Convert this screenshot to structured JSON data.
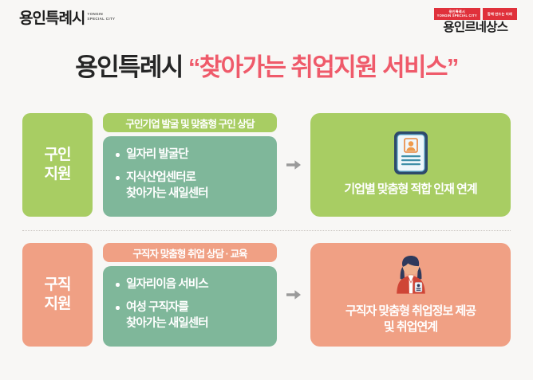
{
  "header": {
    "logo_left": {
      "name": "용인특례시",
      "sub_line1": "YONGIN",
      "sub_line2": "SPECIAL CITY"
    },
    "logo_right": {
      "badge_small": "용인특례시\nYONGIN SPECIAL CITY",
      "badge_wide": "함께 만드는 미래",
      "name": "용인르네상스"
    }
  },
  "title": {
    "prefix": "용인특례시",
    "highlight": "“찾아가는 취업지원 서비스”"
  },
  "rows": [
    {
      "category": "구인\n지원",
      "head": "구인기업 발굴 및 맞춤형 구인 상담",
      "bullets": [
        "일자리 발굴단",
        "지식산업센터로\n찾아가는 새일센터"
      ],
      "arrow": "arrow-right-icon",
      "result": {
        "icon": "resume-document-icon",
        "caption": "기업별 맞춤형 적합 인재 연계"
      }
    },
    {
      "category": "구직\n지원",
      "head": "구직자 맞춤형 취업 상담 · 교육",
      "bullets": [
        "일자리이음 서비스",
        "여성 구직자를\n찾아가는 새일센터"
      ],
      "arrow": "arrow-right-icon",
      "result": {
        "icon": "female-professional-icon",
        "caption": "구직자 맞춤형 취업정보 제공\n및 취업연계"
      }
    }
  ],
  "colors": {
    "background": "#f8f7f5",
    "green_light": "#a8cd63",
    "green_teal": "#7fb79a",
    "orange": "#f0a084",
    "title_red": "#ef5a6a",
    "title_dark": "#262626",
    "badge_red": "#e0313b",
    "arrow_gray": "#9a9a9a",
    "divider": "#c9c5c1"
  }
}
